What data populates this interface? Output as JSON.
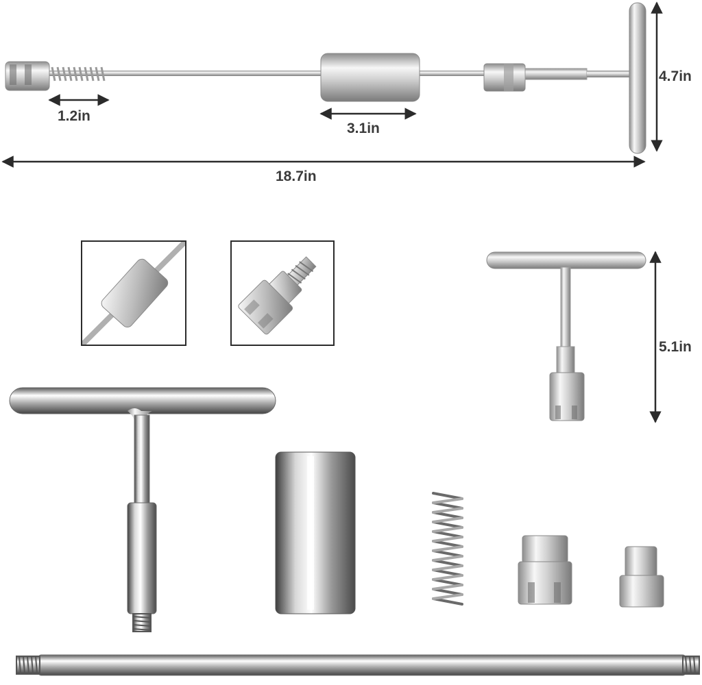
{
  "dimensions": {
    "spring_length": "1.2in",
    "slide_weight_length": "3.1in",
    "total_length": "18.7in",
    "t_handle_width": "4.7in",
    "small_t_handle_height": "5.1in"
  },
  "colors": {
    "steel_light": "#f4f4f4",
    "steel_mid": "#c9c9c9",
    "steel_dark": "#8a8a8a",
    "arrow": "#2b2b2b",
    "label": "#3a3a3a",
    "inset_border": "#2b2b2b"
  }
}
